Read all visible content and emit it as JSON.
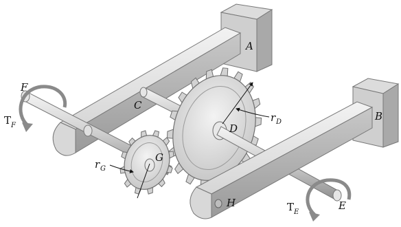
{
  "figure": {
    "labels": {
      "A": "A",
      "B": "B",
      "C": "C",
      "D": "D",
      "E": "E",
      "F": "F",
      "G": "G",
      "H": "H",
      "r_main": "r",
      "r_D_sub": "D",
      "r_G_sub": "G",
      "T_main": "T",
      "T_F_sub": "F",
      "T_E_sub": "E"
    },
    "colors": {
      "metal_light": "#e9e9e9",
      "metal_mid": "#cfcfcf",
      "metal_dark": "#9c9c9c",
      "outline": "#6e6e6e",
      "arrow": "#888888",
      "text": "#111111"
    }
  }
}
